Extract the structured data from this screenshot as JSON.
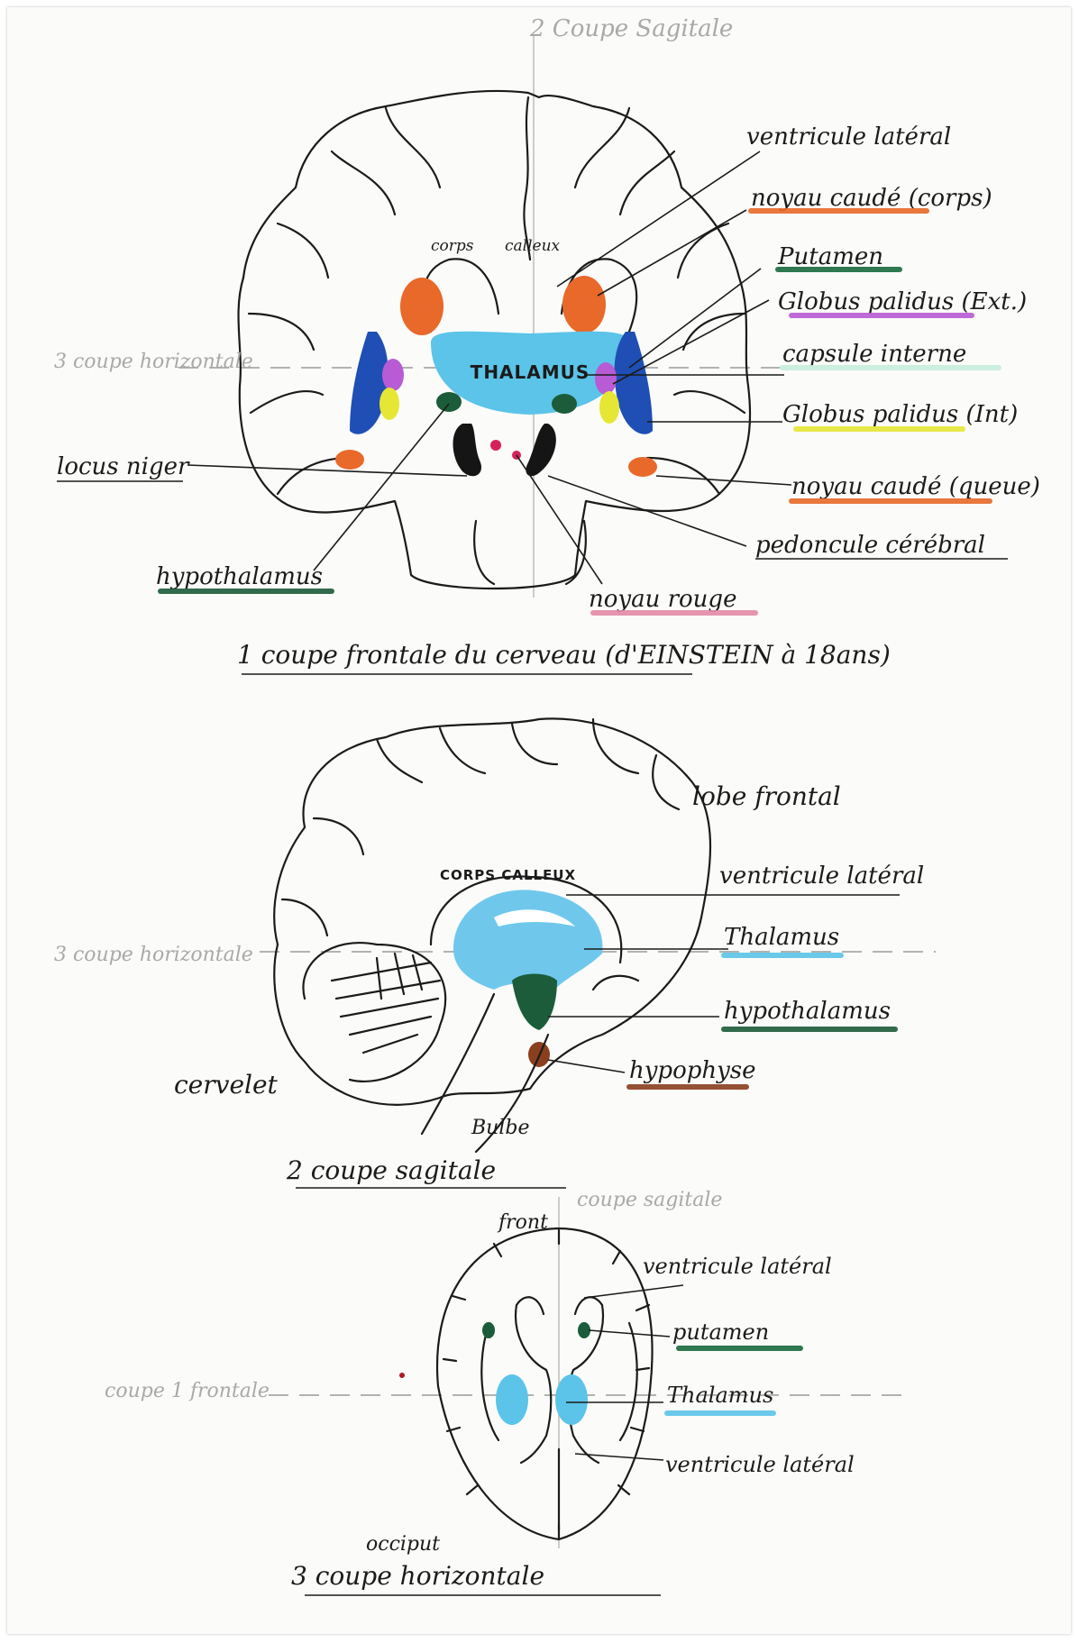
{
  "colors": {
    "caudate": "#e8692a",
    "putamen": "#1a6a3e",
    "globus_ext": "#b85bd4",
    "globus_int": "#e6e635",
    "thalamus": "#5bc4e8",
    "ventricle_fill": "#6fc8ec",
    "hypothalamus": "#1c5c3a",
    "red_nucleus": "#d6205c",
    "hypophysis": "#8a3f1e",
    "blue_struct": "#1f4fb4",
    "capsule": "#c8eedd",
    "pink": "#e38aa8"
  },
  "frontal": {
    "top_note": "2 Coupe Sagitale",
    "corps": "corps",
    "calleux": "calleux",
    "thalamus_text": "THALAMUS",
    "side_note": "3 coupe horizontale",
    "ventricule_lateral": "ventricule latéral",
    "noyau_caude_corps": "noyau caudé (corps)",
    "putamen": "Putamen",
    "globus_ext": "Globus palidus (Ext.)",
    "capsule_interne": "capsule interne",
    "globus_int": "Globus palidus (Int)",
    "noyau_caude_queue": "noyau caudé (queue)",
    "pedoncule": "pedoncule cérébral",
    "locus_niger": "locus niger",
    "hypothalamus": "hypothalamus",
    "noyau_rouge": "noyau rouge",
    "caption": "1 coupe frontale du cerveau (d'EINSTEIN à 18ans)"
  },
  "sagittal": {
    "lobe_frontal": "lobe frontal",
    "corps_calleux": "CORPS CALLEUX",
    "ventricule_lateral": "ventricule latéral",
    "thalamus": "Thalamus",
    "hypothalamus": "hypothalamus",
    "hypophyse": "hypophyse",
    "side_note": "3 coupe horizontale",
    "cervelet": "cervelet",
    "bulbe": "Bulbe",
    "caption": "2 coupe sagitale"
  },
  "horizontal": {
    "top_note": "coupe sagitale",
    "front": "front",
    "ventricule_lateral_top": "ventricule latéral",
    "putamen": "putamen",
    "thalamus": "Thalamus",
    "ventricule_lateral_bottom": "ventricule latéral",
    "side_note": "coupe 1 frontale",
    "occiput": "occiput",
    "caption": "3 coupe horizontale"
  }
}
